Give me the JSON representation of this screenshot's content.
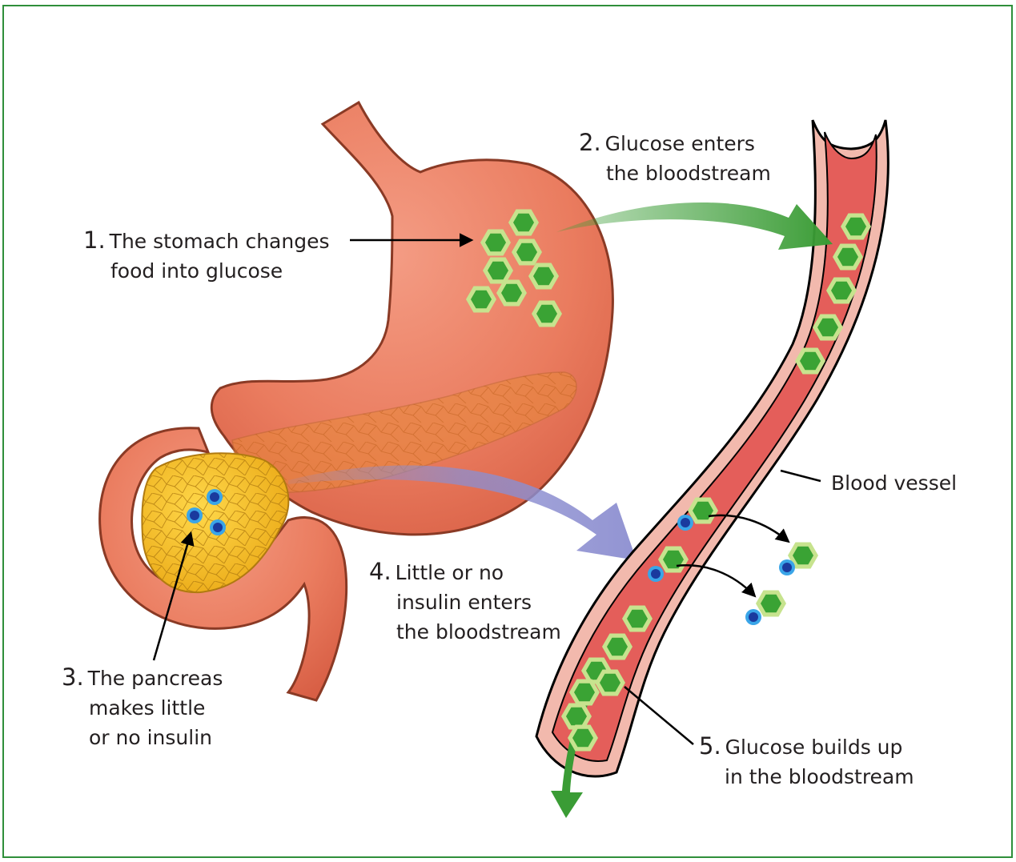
{
  "labels": {
    "step1": {
      "num": "1.",
      "line1": "The stomach changes",
      "line2": "food into glucose"
    },
    "step2": {
      "num": "2.",
      "line1": "Glucose enters",
      "line2": "the bloodstream"
    },
    "step3": {
      "num": "3.",
      "line1": "The pancreas",
      "line2": "makes little",
      "line3": "or no insulin"
    },
    "step4": {
      "num": "4.",
      "line1": "Little or no",
      "line2": "insulin enters",
      "line3": "the bloodstream"
    },
    "step5": {
      "num": "5.",
      "line1": "Glucose builds up",
      "line2": "in the bloodstream"
    },
    "vessel": "Blood vessel"
  },
  "colors": {
    "frame": "#2f8f3a",
    "stomach": "#e8765a",
    "pancreas": "#f5c116",
    "vessel_fill": "#e45e5a",
    "vessel_wall": "#f2b9ad",
    "glucose": "#3aa334",
    "glucose_halo": "#c7e38e",
    "insulin": "#1a3a9e",
    "insulin_halo": "#3aa5e8",
    "arrow_green": "#3a9c35",
    "arrow_purple": "#8c8ed0"
  }
}
